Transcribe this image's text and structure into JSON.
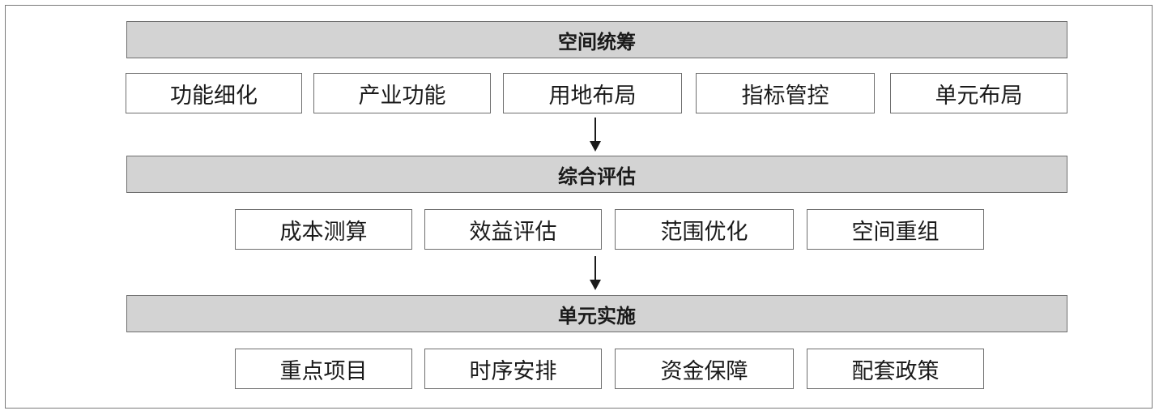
{
  "sections": [
    {
      "title": "空间统筹",
      "items": [
        "功能细化",
        "产业功能",
        "用地布局",
        "指标管控",
        "单元布局"
      ]
    },
    {
      "title": "综合评估",
      "items": [
        "成本测算",
        "效益评估",
        "范围优化",
        "空间重组"
      ]
    },
    {
      "title": "单元实施",
      "items": [
        "重点项目",
        "时序安排",
        "资金保障",
        "配套政策"
      ]
    }
  ],
  "colors": {
    "header_fill": "#d3d3d3",
    "border": "#6e6e6e",
    "text": "#1a1a1a",
    "arrow": "#1a1a1a"
  }
}
